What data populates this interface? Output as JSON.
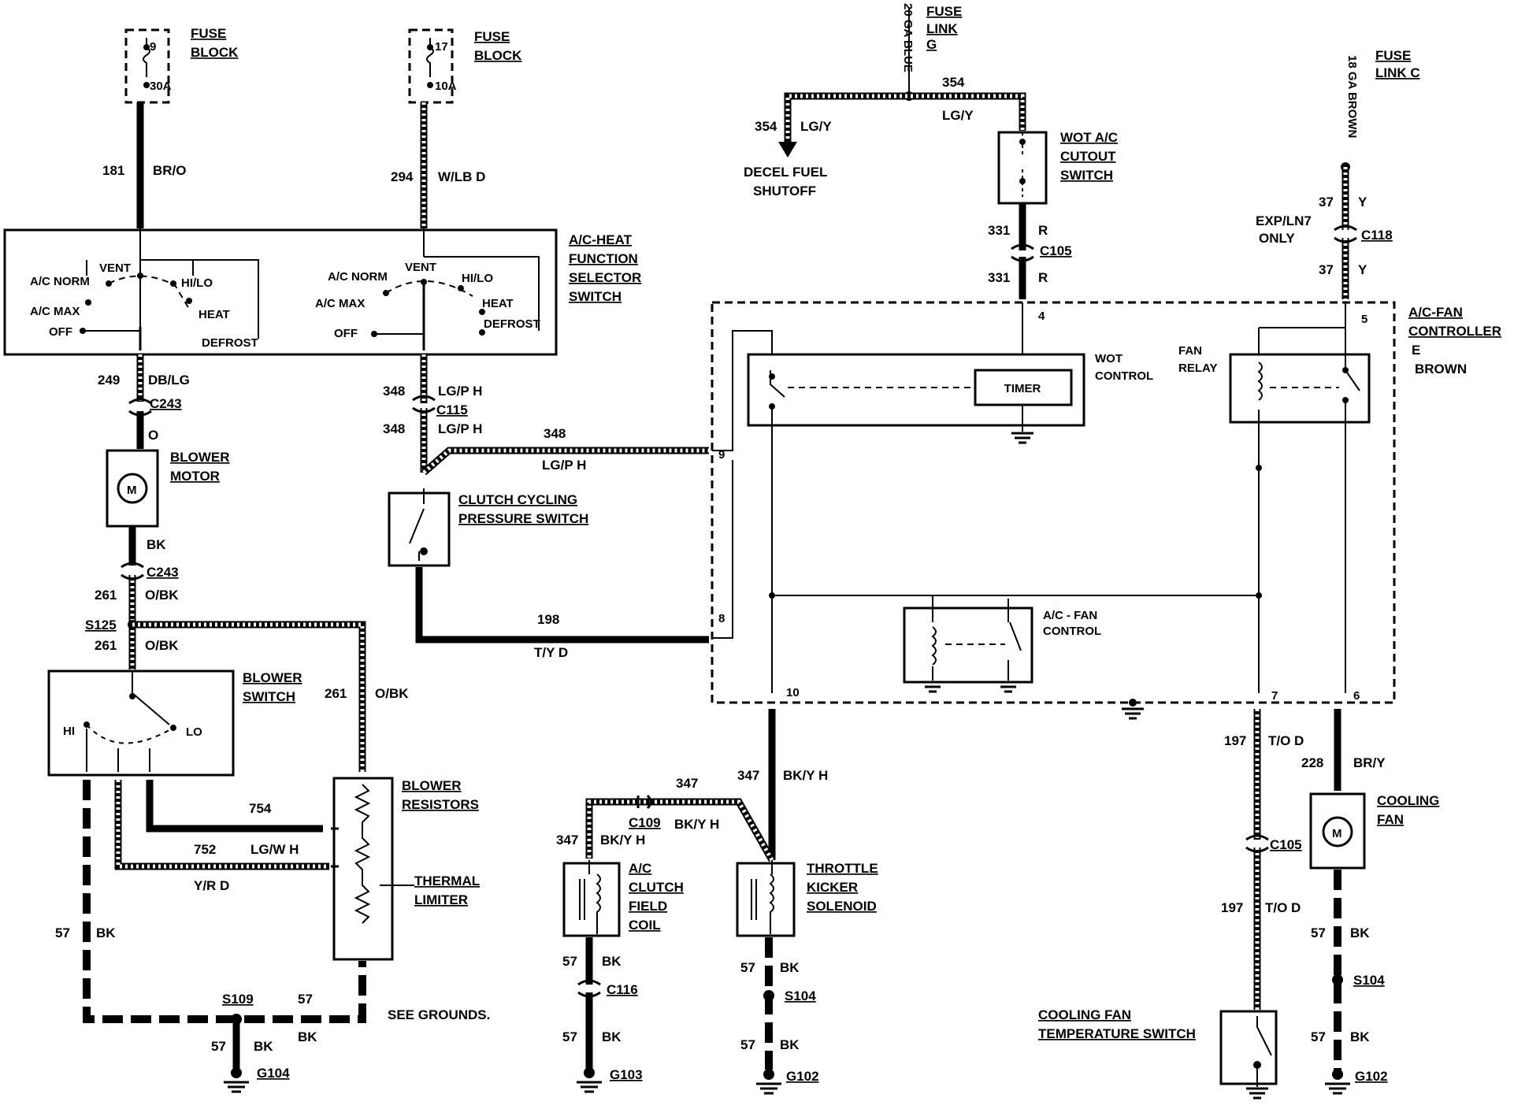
{
  "fuse_block_left": {
    "number": "9",
    "rating": "30A",
    "label_line1": "FUSE",
    "label_line2": "BLOCK"
  },
  "fuse_block_mid": {
    "number": "17",
    "rating": "10A",
    "label_line1": "FUSE",
    "label_line2": "BLOCK"
  },
  "fuse_link_g": {
    "line1": "FUSE",
    "line2": "LINK",
    "line3": "G",
    "wire": "20 GA BLUE"
  },
  "fuse_link_c": {
    "line1": "FUSE",
    "line2": "LINK C",
    "wire": "18 GA BROWN"
  },
  "selector_switch": {
    "line1": "A/C-HEAT",
    "line2": "FUNCTION",
    "line3": "SELECTOR",
    "line4": "SWITCH",
    "left_positions": {
      "vent": "VENT",
      "ac_norm": "A/C NORM",
      "hi_lo": "HI/LO",
      "ac_max": "A/C MAX",
      "heat": "HEAT",
      "off": "OFF",
      "defrost": "DEFROST"
    },
    "right_positions": {
      "vent": "VENT",
      "ac_norm": "A/C NORM",
      "hi_lo": "HI/LO",
      "ac_max": "A/C MAX",
      "heat": "HEAT",
      "off": "OFF",
      "defrost": "DEFROST"
    }
  },
  "wires": {
    "w181": {
      "num": "181",
      "color": "BR/O"
    },
    "w294": {
      "num": "294",
      "color": "W/LB D"
    },
    "w354a": {
      "num": "354",
      "color": "LG/Y"
    },
    "w354b": {
      "num": "354",
      "color": "LG/Y"
    },
    "w331a": {
      "num": "331",
      "color": "R"
    },
    "w331b": {
      "num": "331",
      "color": "R"
    },
    "w37a": {
      "num": "37",
      "color": "Y"
    },
    "w37b": {
      "num": "37",
      "color": "Y"
    },
    "w249": {
      "num": "249",
      "color": "DB/LG"
    },
    "w_o": {
      "color": "O"
    },
    "w348a": {
      "num": "348",
      "color": "LG/P H"
    },
    "w348b": {
      "num": "348",
      "color": "LG/P H"
    },
    "w348c": {
      "num": "348",
      "color": "LG/P H"
    },
    "w_bk": {
      "color": "BK"
    },
    "w261a": {
      "num": "261",
      "color": "O/BK"
    },
    "w261b": {
      "num": "261",
      "color": "O/BK"
    },
    "w261c": {
      "num": "261",
      "color": "O/BK"
    },
    "w198": {
      "num": "198",
      "color": "T/Y D"
    },
    "w754": {
      "num": "754"
    },
    "w752": {
      "num": "752",
      "color": "LG/W H"
    },
    "w_yrd": {
      "color": "Y/R D"
    },
    "w57a": {
      "num": "57",
      "color": "BK"
    },
    "w57b": {
      "num": "57"
    },
    "w57c": {
      "num": "57",
      "color": "BK"
    },
    "w57_bk2": {
      "color": "BK"
    },
    "w347a": {
      "num": "347",
      "color": "BK/Y H"
    },
    "w347b": {
      "num": "347"
    },
    "w347c": {
      "num": "347",
      "color": "BK/Y H"
    },
    "w347d": {
      "color": "BK/Y H"
    },
    "w197a": {
      "num": "197",
      "color": "T/O D"
    },
    "w197b": {
      "num": "197",
      "color": "T/O D"
    },
    "w228": {
      "num": "228",
      "color": "BR/Y"
    },
    "w57d": {
      "num": "57",
      "color": "BK"
    },
    "w57e": {
      "num": "57",
      "color": "BK"
    },
    "w57f": {
      "num": "57",
      "color": "BK"
    },
    "w57g": {
      "num": "57",
      "color": "BK"
    },
    "w57h": {
      "num": "57",
      "color": "BK"
    },
    "w57i": {
      "num": "57",
      "color": "BK"
    }
  },
  "connectors": {
    "c243a": "C243",
    "c243b": "C243",
    "c115": "C115",
    "c105a": "C105",
    "c118": "C118",
    "c109": "C109",
    "c116": "C116",
    "c105b": "C105"
  },
  "splices": {
    "s125": "S125",
    "s109": "S109",
    "s104a": "S104",
    "s104b": "S104"
  },
  "grounds": {
    "g104": "G104",
    "g103": "G103",
    "g102a": "G102",
    "g102b": "G102"
  },
  "components": {
    "blower_motor": {
      "line1": "BLOWER",
      "line2": "MOTOR",
      "symbol": "M"
    },
    "blower_switch": {
      "line1": "BLOWER",
      "line2": "SWITCH",
      "hi": "HI",
      "lo": "LO"
    },
    "blower_resistors": {
      "line1": "BLOWER",
      "line2": "RESISTORS"
    },
    "thermal_limiter": {
      "line1": "THERMAL",
      "line2": "LIMITER"
    },
    "see_grounds": "SEE GROUNDS.",
    "clutch_switch": {
      "line1": "CLUTCH CYCLING",
      "line2": "PRESSURE SWITCH"
    },
    "decel": {
      "line1": "DECEL FUEL",
      "line2": "SHUTOFF"
    },
    "wot_switch": {
      "line1": "WOT A/C",
      "line2": "CUTOUT",
      "line3": "SWITCH"
    },
    "exp_only": {
      "line1": "EXP/LN7",
      "line2": "ONLY"
    },
    "fan_controller": {
      "line1": "A/C-FAN",
      "line2": "CONTROLLER",
      "line3": "E",
      "line4": "BROWN"
    },
    "wot_control": {
      "line1": "WOT",
      "line2": "CONTROL",
      "timer": "TIMER"
    },
    "fan_relay": {
      "line1": "FAN",
      "line2": "RELAY"
    },
    "ac_fan_control": {
      "line1": "A/C - FAN",
      "line2": "CONTROL"
    },
    "pins": {
      "p4": "4",
      "p5": "5",
      "p9": "9",
      "p8": "8",
      "p10": "10",
      "p7": "7",
      "p6": "6"
    },
    "ac_clutch": {
      "line1": "A/C",
      "line2": "CLUTCH",
      "line3": "FIELD",
      "line4": "COIL"
    },
    "throttle_kicker": {
      "line1": "THROTTLE",
      "line2": "KICKER",
      "line3": "SOLENOID"
    },
    "cooling_fan": {
      "line1": "COOLING",
      "line2": "FAN",
      "symbol": "M"
    },
    "temp_switch": {
      "line1": "COOLING FAN",
      "line2": "TEMPERATURE SWITCH"
    }
  }
}
